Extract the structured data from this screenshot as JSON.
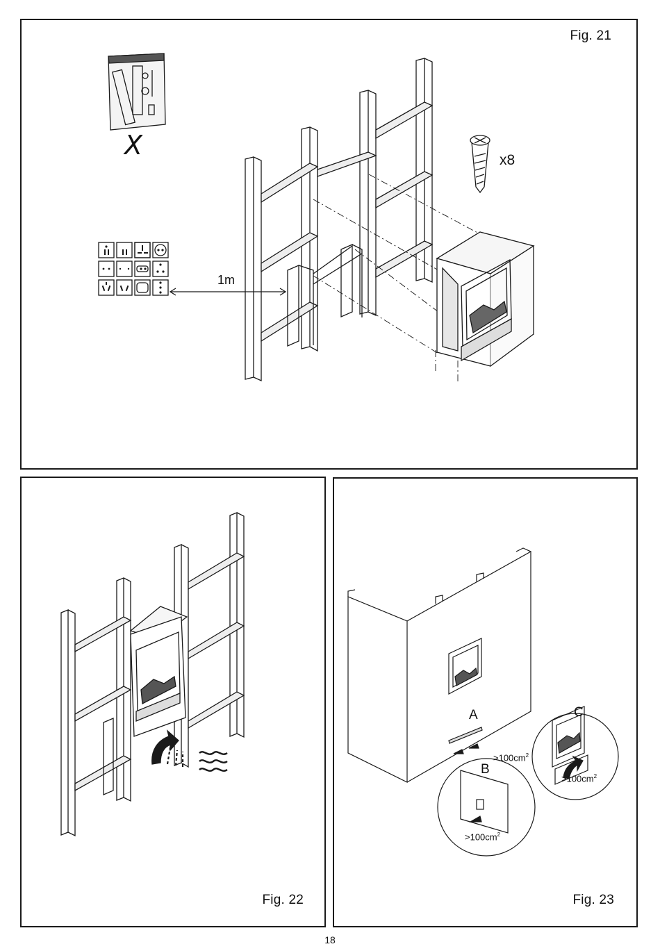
{
  "figures": {
    "fig21": {
      "label": "Fig. 21",
      "screw_quantity": "x8",
      "parts_bag_mark": "X",
      "distance_label": "1m"
    },
    "fig22": {
      "label": "Fig. 22"
    },
    "fig23": {
      "label": "Fig. 23",
      "vent_a": "A",
      "vent_b": "B",
      "vent_c": "C",
      "vent_area_main": ">100cm",
      "vent_area_b": ">100cm",
      "vent_area_c": ">100cm",
      "vent_area_exponent": "2"
    }
  },
  "page_number": "18",
  "colors": {
    "line": "#1a1a1a",
    "fill_gray": "#d8d8d8",
    "fill_light": "#eeeeee"
  }
}
